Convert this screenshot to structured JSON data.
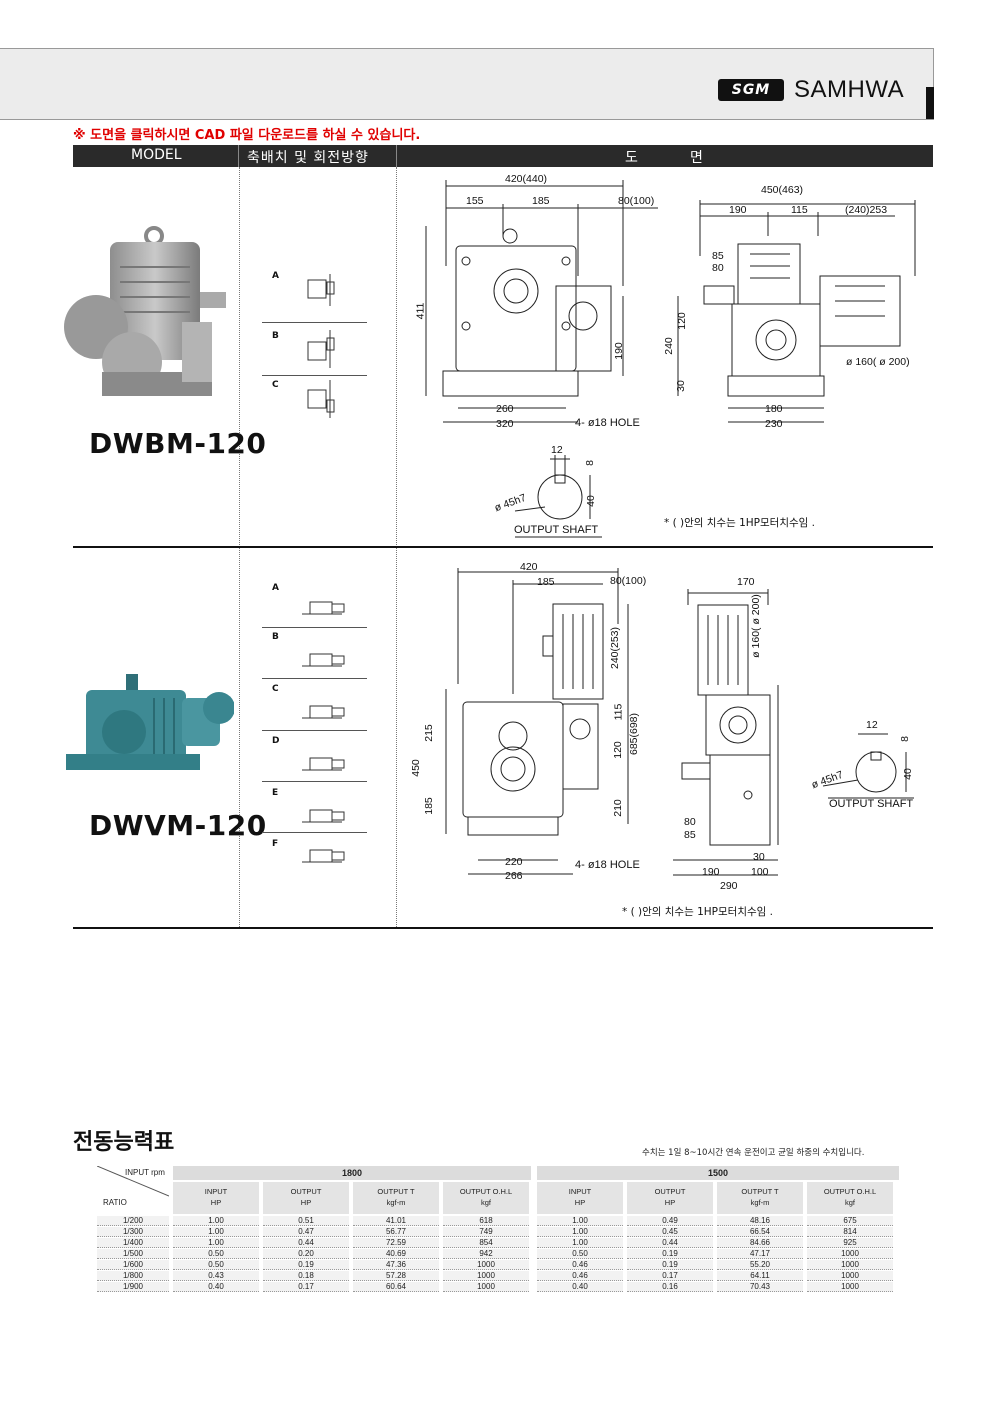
{
  "brand": {
    "mark": "SGM",
    "name": "SAMHWA"
  },
  "notice": "※ 도면을 클릭하시면 CAD 파일 다운로드를 하실 수 있습니다.",
  "table_header": {
    "model": "MODEL",
    "arrangement": "축배치 및 회전방향",
    "drawing_1": "도",
    "drawing_2": "면"
  },
  "models": [
    {
      "name": "DWBM-120",
      "directions": [
        "A",
        "B",
        "C"
      ],
      "dims": [
        "420(440)",
        "155",
        "185",
        "80(100)",
        "411",
        "190",
        "260",
        "320",
        "4- ø18 HOLE",
        "450(463)",
        "190",
        "115",
        "(240)253",
        "85",
        "80",
        "120",
        "240",
        "30",
        "ø 160( ø 200)",
        "180",
        "230",
        "12",
        "8",
        "ø 45h7",
        "40",
        "OUTPUT SHAFT"
      ],
      "note": "* (  )안의 치수는  1HP모터치수임 ."
    },
    {
      "name": "DWVM-120",
      "directions": [
        "A",
        "B",
        "C",
        "D",
        "E",
        "F"
      ],
      "dims": [
        "420",
        "185",
        "80(100)",
        "240(253)",
        "115",
        "685(698)",
        "215",
        "450",
        "120",
        "185",
        "210",
        "220",
        "266",
        "4- ø18 HOLE",
        "170",
        "ø 160( ø 200)",
        "12",
        "8",
        "ø 45h7",
        "40",
        "OUTPUT SHAFT",
        "80",
        "85",
        "30",
        "190",
        "100",
        "290"
      ],
      "note": "* (  )안의 치수는  1HP모터치수임  ."
    }
  ],
  "power_table": {
    "title": "전동능력표",
    "note": "수치는 1일 8~10시간 연속 운전이고 균일 하중의 수치입니다.",
    "corner_top": "INPUT rpm",
    "corner_bottom": "RATIO",
    "rpm": [
      "1800",
      "1500"
    ],
    "columns": [
      [
        "INPUT",
        "HP"
      ],
      [
        "OUTPUT",
        "HP"
      ],
      [
        "OUTPUT T",
        "kgf-m"
      ],
      [
        "OUTPUT O.H.L",
        "kgf"
      ]
    ],
    "rows": [
      [
        "1/200",
        "1.00",
        "0.51",
        "41.01",
        "618",
        "1.00",
        "0.49",
        "48.16",
        "675"
      ],
      [
        "1/300",
        "1.00",
        "0.47",
        "56.77",
        "749",
        "1.00",
        "0.45",
        "66.54",
        "814"
      ],
      [
        "1/400",
        "1.00",
        "0.44",
        "72.59",
        "854",
        "1.00",
        "0.44",
        "84.66",
        "925"
      ],
      [
        "1/500",
        "0.50",
        "0.20",
        "40.69",
        "942",
        "0.50",
        "0.19",
        "47.17",
        "1000"
      ],
      [
        "1/600",
        "0.50",
        "0.19",
        "47.36",
        "1000",
        "0.46",
        "0.19",
        "55.20",
        "1000"
      ],
      [
        "1/800",
        "0.43",
        "0.18",
        "57.28",
        "1000",
        "0.46",
        "0.17",
        "64.11",
        "1000"
      ],
      [
        "1/900",
        "0.40",
        "0.17",
        "60.64",
        "1000",
        "0.40",
        "0.16",
        "70.43",
        "1000"
      ]
    ]
  }
}
